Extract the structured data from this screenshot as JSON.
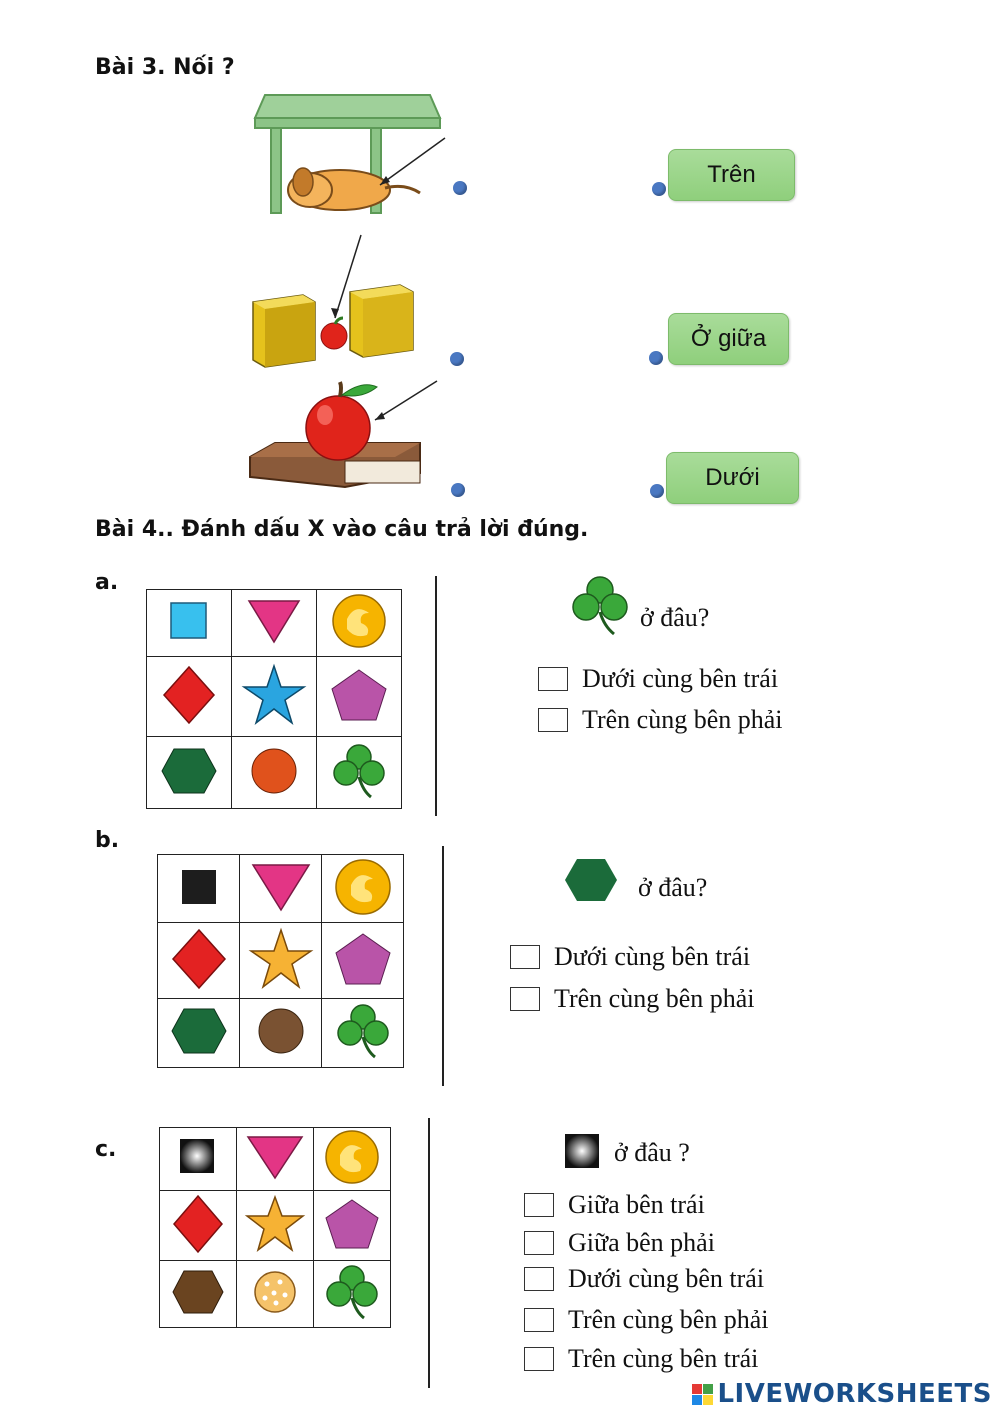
{
  "ex3": {
    "title": "Bài 3. Nối ?",
    "pills": [
      "Trên",
      "Ở giữa",
      "Dưới"
    ]
  },
  "ex4": {
    "title": "Bài 4.. Đánh dấu X vào câu trả lời đúng.",
    "a": {
      "label": "a.",
      "question": "ở đâu?",
      "options": [
        "Dưới cùng bên trái",
        "Trên cùng bên phải"
      ]
    },
    "b": {
      "label": "b.",
      "question": "ở đâu?",
      "options": [
        "Dưới cùng bên trái",
        "Trên cùng bên phải"
      ]
    },
    "c": {
      "label": "c.",
      "question": "ở đâu ?",
      "options": [
        "Giữa bên trái",
        "Giữa bên phải",
        "Dưới cùng bên trái",
        "Trên cùng bên phải",
        "Trên cùng bên trái"
      ]
    }
  },
  "colors": {
    "dot": "#4a78c2",
    "pill": "#9fd68c",
    "clover": "#3aa83a",
    "triangle": "#e33585",
    "diamond": "#e32222",
    "pentagon": "#b954a8",
    "hex_green": "#1b6b3a",
    "hex_brown": "#6a4420"
  },
  "brand": "LIVEWORKSHEETS"
}
